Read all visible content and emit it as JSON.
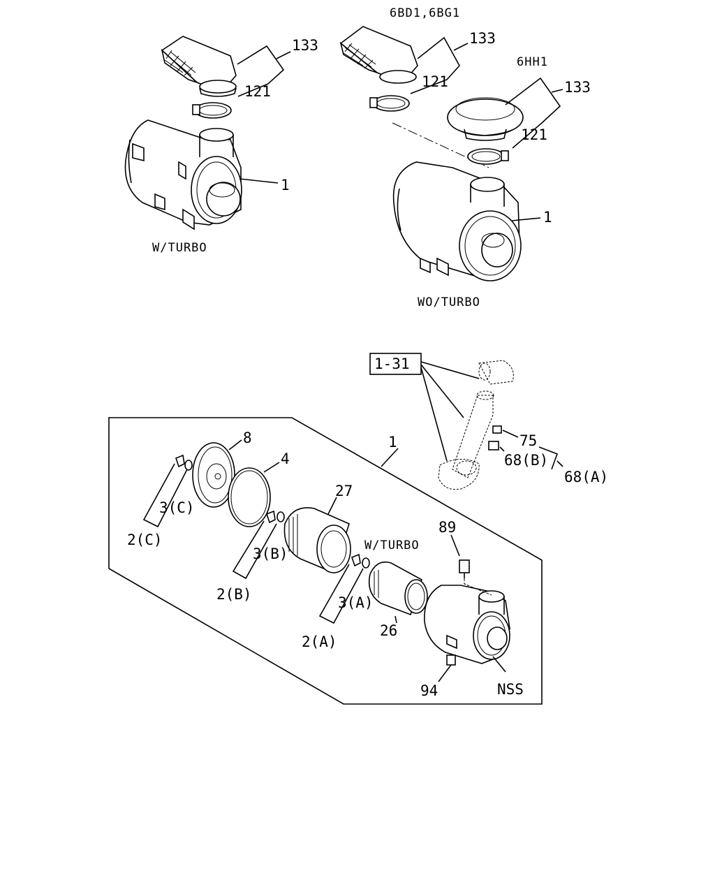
{
  "headers": {
    "model_bd_bg": "6BD1,6BG1",
    "model_hh": "6HH1"
  },
  "captions": {
    "w_turbo_top": "W/TURBO",
    "wo_turbo": "WO/TURBO",
    "w_turbo_kit": "W/TURBO"
  },
  "callouts": {
    "c133_left": "133",
    "c121_left": "121",
    "c1_left": "1",
    "c133_mid": "133",
    "c121_mid": "121",
    "c133_right": "133",
    "c121_right": "121",
    "c1_right": "1",
    "ref_box": "1-31",
    "c75": "75",
    "c68b": "68(B)",
    "c68a": "68(A)",
    "c8": "8",
    "c4": "4",
    "c1_kit": "1",
    "c3c": "3(C)",
    "c2c": "2(C)",
    "c27": "27",
    "c3b": "3(B)",
    "c2b": "2(B)",
    "c89": "89",
    "c3a": "3(A)",
    "c2a": "2(A)",
    "c26": "26",
    "c94": "94",
    "nss": "NSS"
  }
}
